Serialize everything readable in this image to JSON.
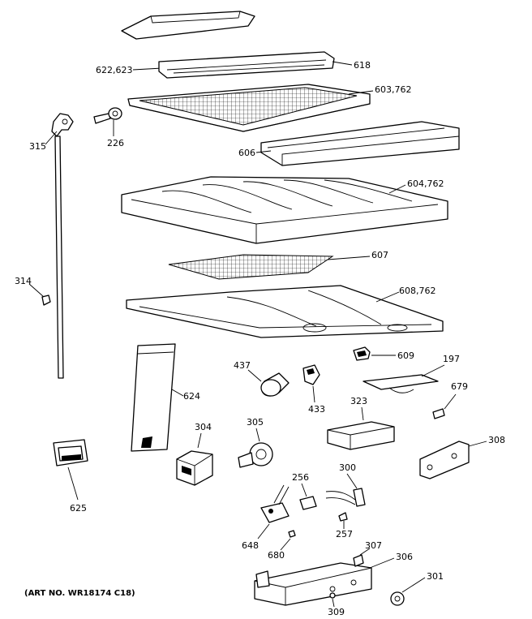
{
  "labels": {
    "p622_623": "622,623",
    "p618": "618",
    "p603_762": "603,762",
    "p315": "315",
    "p226": "226",
    "p606": "606",
    "p604_762": "604,762",
    "p607": "607",
    "p314": "314",
    "p608_762": "608,762",
    "p609": "609",
    "p197": "197",
    "p437": "437",
    "p433": "433",
    "p323": "323",
    "p679": "679",
    "p624": "624",
    "p304": "304",
    "p305": "305",
    "p308": "308",
    "p256": "256",
    "p300": "300",
    "p625": "625",
    "p257": "257",
    "p648": "648",
    "p680": "680",
    "p307": "307",
    "p306": "306",
    "p301": "301",
    "p309": "309"
  },
  "art_number": "(ART NO. WR18174 C18)"
}
